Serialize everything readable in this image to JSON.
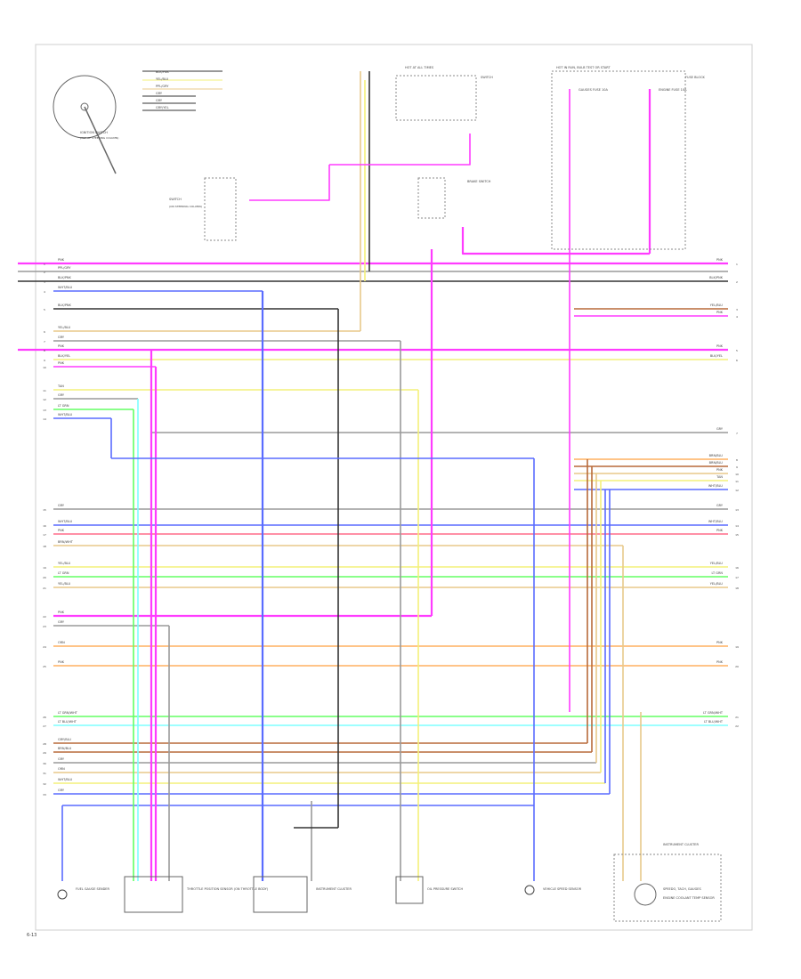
{
  "page_id": "6-13",
  "colors": {
    "pink": "#ff3cff",
    "blue": "#5a6cff",
    "yellow": "#f3f07a",
    "green": "#63ff63",
    "cyan": "#7fffff",
    "tan": "#e8c98a",
    "brown": "#b86a3a",
    "gray": "#9a9a9a",
    "red": "#ff6b8a",
    "orange": "#ffb060",
    "black": "#333333"
  },
  "top_connector_labels": [
    "BLK/PNK",
    "YEL/BLU",
    "PPL/GRY",
    "GRY",
    "GRY",
    "GRY/YEL"
  ],
  "left_wire_labels": [
    "PNK",
    "PPL/GRY",
    "BLK/PNK",
    "WHT/BLU",
    "BLK/PNK",
    "YEL/BLU",
    "GRY",
    "PNK",
    "BLK/YEL",
    "PNK",
    "TAN",
    "GRY",
    "LT GRN",
    "WHT/BLU",
    "GRY",
    "WHT/BLU",
    "PNK",
    "BRN/WHT",
    "YEL/BLU",
    "LT GRN",
    "YEL/BLU",
    "PNK",
    "GRY",
    "ORN",
    "PNK",
    "LT GRN/WHT",
    "LT BLU/WHT",
    "GRY/BLU",
    "BRN/BLU",
    "GRY",
    "ORN",
    "WHT/BLU",
    "GRY"
  ],
  "right_wire_labels": [
    "PNK",
    "BLK/PNK",
    "YEL/BLU",
    "PNK",
    "PNK",
    "BLK/YEL",
    "GRY",
    "BRN/BLU",
    "BRN/BLU",
    "PNK",
    "TAN",
    "WHT/BLU",
    "GRY",
    "WHT/BLU",
    "PNK",
    "YEL/BLU",
    "LT GRN",
    "YEL/BLU",
    "PNK",
    "PNK",
    "LT GRN/WHT",
    "LT BLU/WHT"
  ],
  "components": {
    "ignition_switch_label": "IGNITION SWITCH",
    "ignition_switch_sub": "(TOP OF STEERING COLUMN)",
    "bottom_switch_label": "SWITCH",
    "bottom_switch_sub": "(ON STEERING COLUMN)",
    "top_center_header": "HOT AT ALL TIMES",
    "top_center_switch": "SWITCH",
    "top_right_header": "HOT IN RUN, BULB TEST OR START",
    "fuse_box_label": "FUSE BLOCK",
    "fuse_left_label": "GAUGES FUSE 10A",
    "fuse_right_label": "ENGINE FUSE 10A",
    "fuel_sender_label": "FUEL GAUGE SENDER",
    "cruise_label": "THROTTLE POSITION SENSOR (ON THROTTLE BODY)",
    "module_label": "INSTRUMENT CLUSTER",
    "brake_switch_label": "BRAKE SWITCH",
    "oil_pressure_label": "OIL PRESSURE SWITCH",
    "speed_label": "VEHICLE SPEED SENSOR",
    "temp_label": "ENGINE COOLANT TEMP SENSOR",
    "cluster_label": "INSTRUMENT CLUSTER",
    "cluster_sub": "SPEEDO, TACH, GAUGES"
  }
}
